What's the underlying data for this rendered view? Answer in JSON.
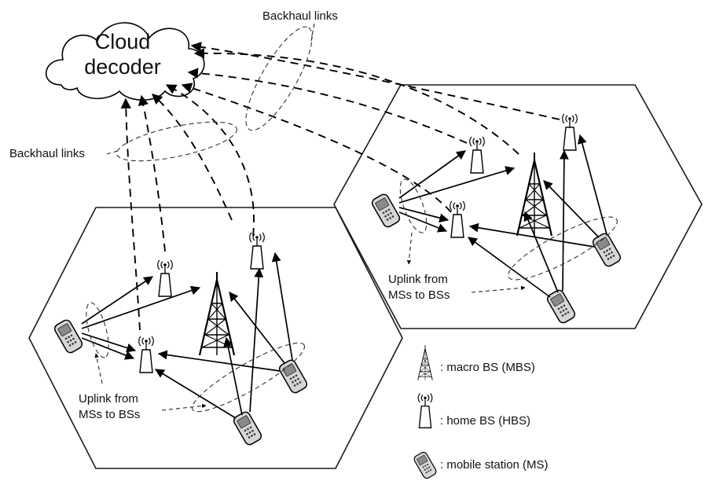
{
  "cloud": {
    "label_line1": "Cloud",
    "label_line2": "decoder"
  },
  "labels": {
    "backhaul_top": "Backhaul links",
    "backhaul_left": "Backhaul links",
    "uplink_right_line1": "Uplink from",
    "uplink_right_line2": "MSs to BSs",
    "uplink_left_line1": "Uplink from",
    "uplink_left_line2": "MSs to BSs"
  },
  "legend": [
    {
      "icon": "macro-bs-tower-icon",
      "text": ": macro BS (MBS)"
    },
    {
      "icon": "home-bs-antenna-icon",
      "text": ": home BS (HBS)"
    },
    {
      "icon": "mobile-phone-icon",
      "text": ": mobile station (MS)"
    }
  ]
}
